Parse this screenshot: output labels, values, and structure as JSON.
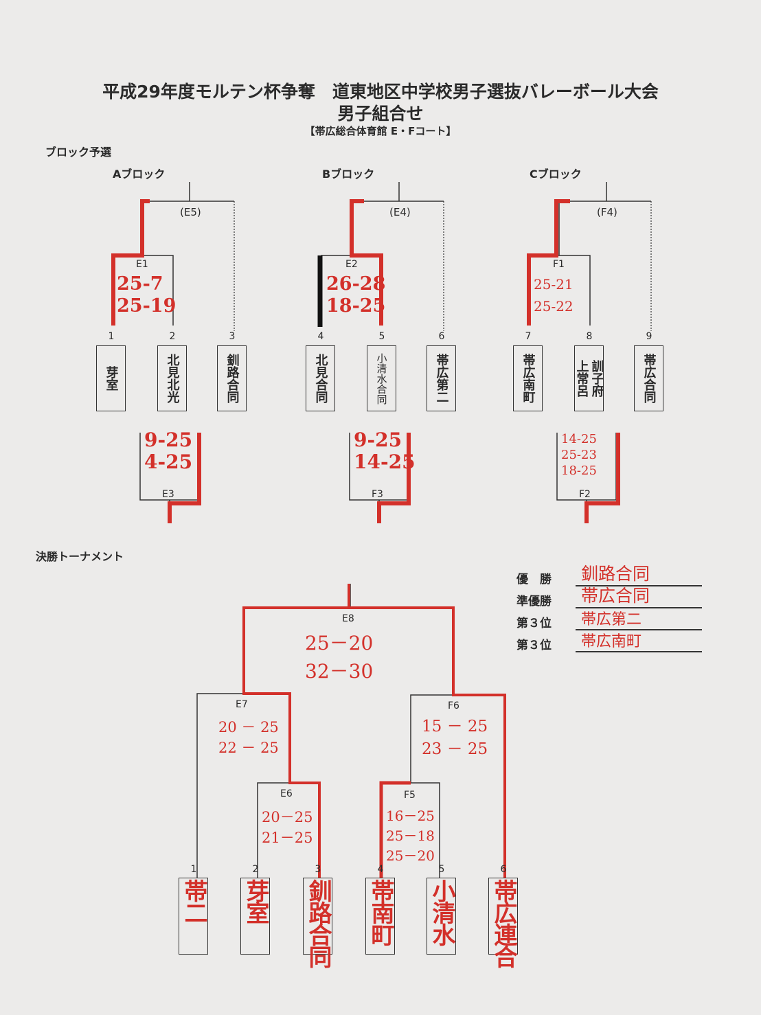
{
  "header": {
    "title": "平成29年度モルテン杯争奪　道東地区中学校男子選抜バレーボール大会",
    "subtitle": "男子組合せ",
    "venue": "【帯広総合体育館 E・Fコート】"
  },
  "preliminary": {
    "section_label": "ブロック予選",
    "blocks": [
      {
        "name": "Aブロック",
        "top_match": "(E5)",
        "first_match": "E1",
        "first_score": "25-7\n25-19",
        "second_match": "E3",
        "second_score": "9-25\n4-25",
        "teams": [
          {
            "no": "1",
            "name": "芽室"
          },
          {
            "no": "2",
            "name": "北見北光"
          },
          {
            "no": "3",
            "name": "釧路合同"
          }
        ]
      },
      {
        "name": "Bブロック",
        "top_match": "(E4)",
        "first_match": "E2",
        "first_score": "26-28\n18-25",
        "second_match": "F3",
        "second_score": "9-25\n14-25",
        "teams": [
          {
            "no": "4",
            "name": "北見合同"
          },
          {
            "no": "5",
            "name": "小清水合同"
          },
          {
            "no": "6",
            "name": "帯広第二"
          }
        ]
      },
      {
        "name": "Cブロック",
        "top_match": "(F4)",
        "first_match": "F1",
        "first_score": "25-21\n25-22",
        "second_match": "F2",
        "second_score": "14-25\n25-23\n18-25",
        "teams": [
          {
            "no": "7",
            "name": "帯広南町"
          },
          {
            "no": "8",
            "name": "訓子府\n上常呂"
          },
          {
            "no": "9",
            "name": "帯広合同"
          }
        ]
      }
    ]
  },
  "final": {
    "section_label": "決勝トーナメント",
    "matches": {
      "E8": {
        "label": "E8",
        "score": "25－20\n32－30"
      },
      "E7": {
        "label": "E7",
        "score": "20 － 25\n22 － 25"
      },
      "F6": {
        "label": "F6",
        "score": "15 － 25\n23 － 25"
      },
      "E6": {
        "label": "E6",
        "score": "20－25\n21－25"
      },
      "F5": {
        "label": "F5",
        "score": "16－25\n25－18\n25－20"
      }
    },
    "teams": [
      {
        "no": "1",
        "name": "帯二"
      },
      {
        "no": "2",
        "name": "芽室"
      },
      {
        "no": "3",
        "name": "釧路合同"
      },
      {
        "no": "4",
        "name": "帯南町"
      },
      {
        "no": "5",
        "name": "小清水"
      },
      {
        "no": "6",
        "name": "帯広連合"
      }
    ]
  },
  "results": [
    {
      "rank": "優　勝",
      "team": "釧路合同"
    },
    {
      "rank": "準優勝",
      "team": "帯広合同"
    },
    {
      "rank": "第３位",
      "team": "帯広第二"
    },
    {
      "rank": "第３位",
      "team": "帯広南町"
    }
  ],
  "colors": {
    "ink": "#2a2a2a",
    "red_pen": "#d3302a",
    "paper": "#ecebea"
  }
}
